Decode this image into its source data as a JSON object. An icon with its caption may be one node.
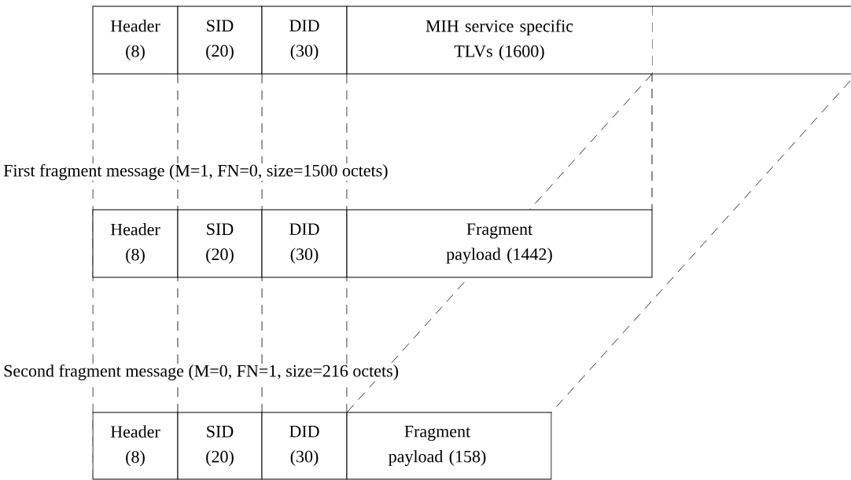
{
  "diagram": {
    "nodes": [
      {
        "text": [
          "Header (8)"
        ]
      },
      {
        "text": [
          "SID (20)"
        ]
      },
      {
        "text": [
          "DID (30)"
        ]
      },
      {
        "text": [
          "MIH service specific TLVs (1600)"
        ]
      },
      {
        "text": [
          "Header (8)"
        ]
      },
      {
        "text": [
          "SID (20)"
        ]
      },
      {
        "text": [
          "DID (30)"
        ]
      },
      {
        "text": [
          "Fragment payload (1442)"
        ]
      },
      {
        "text": [
          "Header (8)"
        ]
      },
      {
        "text": [
          "SID (20)"
        ]
      },
      {
        "text": [
          "DID (30)"
        ]
      },
      {
        "text": [
          "Fragment payload (158)"
        ]
      }
    ],
    "labels": [
      "First fragment message (M=1, FN=0, size=1500 octets)",
      "Second fragment message (M=0, FN=1, size=216 octets)"
    ]
  }
}
